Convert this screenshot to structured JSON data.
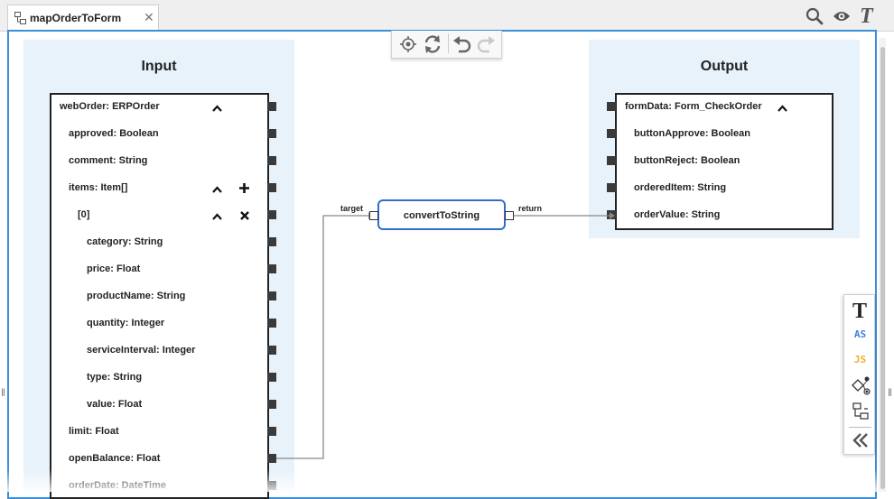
{
  "tab": {
    "label": "mapOrderToForm"
  },
  "input_panel": {
    "title": "Input",
    "rows": [
      {
        "label": "webOrder: ERPOrder",
        "indent": 0
      },
      {
        "label": "approved: Boolean",
        "indent": 1
      },
      {
        "label": "comment: String",
        "indent": 1
      },
      {
        "label": "items: Item[]",
        "indent": 1
      },
      {
        "label": "[0]",
        "indent": 2
      },
      {
        "label": "category: String",
        "indent": 3
      },
      {
        "label": "price: Float",
        "indent": 3
      },
      {
        "label": "productName: String",
        "indent": 3
      },
      {
        "label": "quantity: Integer",
        "indent": 3
      },
      {
        "label": "serviceInterval: Integer",
        "indent": 3
      },
      {
        "label": "type: String",
        "indent": 3
      },
      {
        "label": "value: Float",
        "indent": 3
      },
      {
        "label": "limit: Float",
        "indent": 1
      },
      {
        "label": "openBalance: Float",
        "indent": 1
      },
      {
        "label": "orderDate: DateTime",
        "indent": 1
      }
    ]
  },
  "output_panel": {
    "title": "Output",
    "rows": [
      {
        "label": "formData: Form_CheckOrder",
        "indent": 0
      },
      {
        "label": "buttonApprove: Boolean",
        "indent": 1
      },
      {
        "label": "buttonReject: Boolean",
        "indent": 1
      },
      {
        "label": "orderedItem: String",
        "indent": 1
      },
      {
        "label": "orderValue: String",
        "indent": 1
      }
    ]
  },
  "function_node": {
    "label": "convertToString",
    "input_port_label": "target",
    "output_port_label": "return"
  },
  "right_toolbar": {
    "as_label": "AS",
    "js_label": "JS"
  },
  "colors": {
    "accent": "#3a8fd6",
    "panel_bg": "#e8f2fa",
    "node_border": "#2f6fc8",
    "as_color": "#3f7fe0",
    "js_color": "#f0b020"
  }
}
